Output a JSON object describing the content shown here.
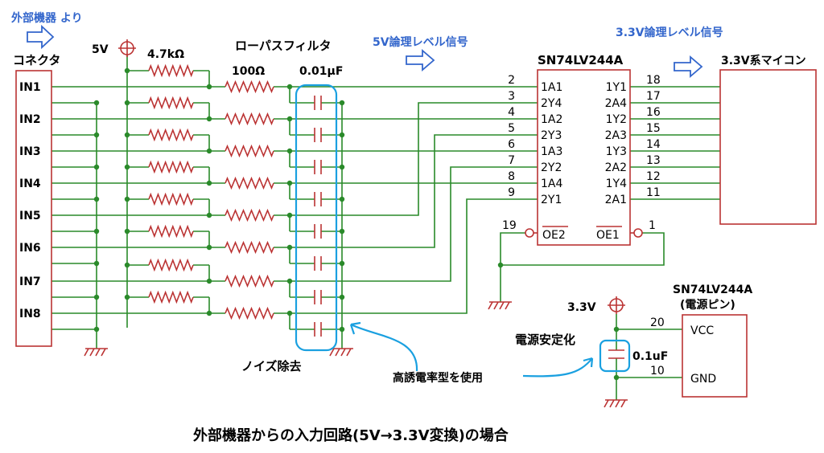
{
  "labels": {
    "external_from": "外部機器 より",
    "connector": "コネクタ",
    "supply_5v": "5V",
    "pullup": "4.7kΩ",
    "lowpass": "ローパスフィルタ",
    "r_series": "100Ω",
    "cap_filter": "0.01μF",
    "signal_5v": "5V論理レベル信号",
    "signal_33v": "3.3V論理レベル信号",
    "ic_name": "SN74LV244A",
    "mcu": "3.3V系マイコン",
    "noise": "ノイズ除去",
    "cap_type": "高誘電率型を使用",
    "decoupling": "電源安定化",
    "supply_33v": "3.3V",
    "cap_decoupling": "0.1uF",
    "ic_power_name": "SN74LV244A",
    "ic_power_sub": "(電源ピン)",
    "vcc": "VCC",
    "gnd": "GND",
    "pin_vcc": "20",
    "pin_gnd": "10",
    "oe2": "OE2",
    "oe1": "OE1",
    "pin_oe2": "19",
    "pin_oe1": "1",
    "caption": "外部機器からの入力回路(5V→3.3V変換)の場合"
  },
  "inputs": [
    "IN1",
    "IN2",
    "IN3",
    "IN4",
    "IN5",
    "IN6",
    "IN7",
    "IN8"
  ],
  "left_pins": [
    {
      "num": "2",
      "name": "1A1"
    },
    {
      "num": "3",
      "name": "2Y4"
    },
    {
      "num": "4",
      "name": "1A2"
    },
    {
      "num": "5",
      "name": "2Y3"
    },
    {
      "num": "6",
      "name": "1A3"
    },
    {
      "num": "7",
      "name": "2Y2"
    },
    {
      "num": "8",
      "name": "1A4"
    },
    {
      "num": "9",
      "name": "2Y1"
    }
  ],
  "right_pins": [
    {
      "num": "18",
      "name": "1Y1"
    },
    {
      "num": "17",
      "name": "2A4"
    },
    {
      "num": "16",
      "name": "1Y2"
    },
    {
      "num": "15",
      "name": "2A3"
    },
    {
      "num": "14",
      "name": "1Y3"
    },
    {
      "num": "13",
      "name": "2A2"
    },
    {
      "num": "12",
      "name": "1Y4"
    },
    {
      "num": "11",
      "name": "2A1"
    }
  ],
  "colors": {
    "wire": "#2a8a2a",
    "component": "#b33333",
    "highlight": "#1aa0e0",
    "accent": "#3366cc"
  }
}
